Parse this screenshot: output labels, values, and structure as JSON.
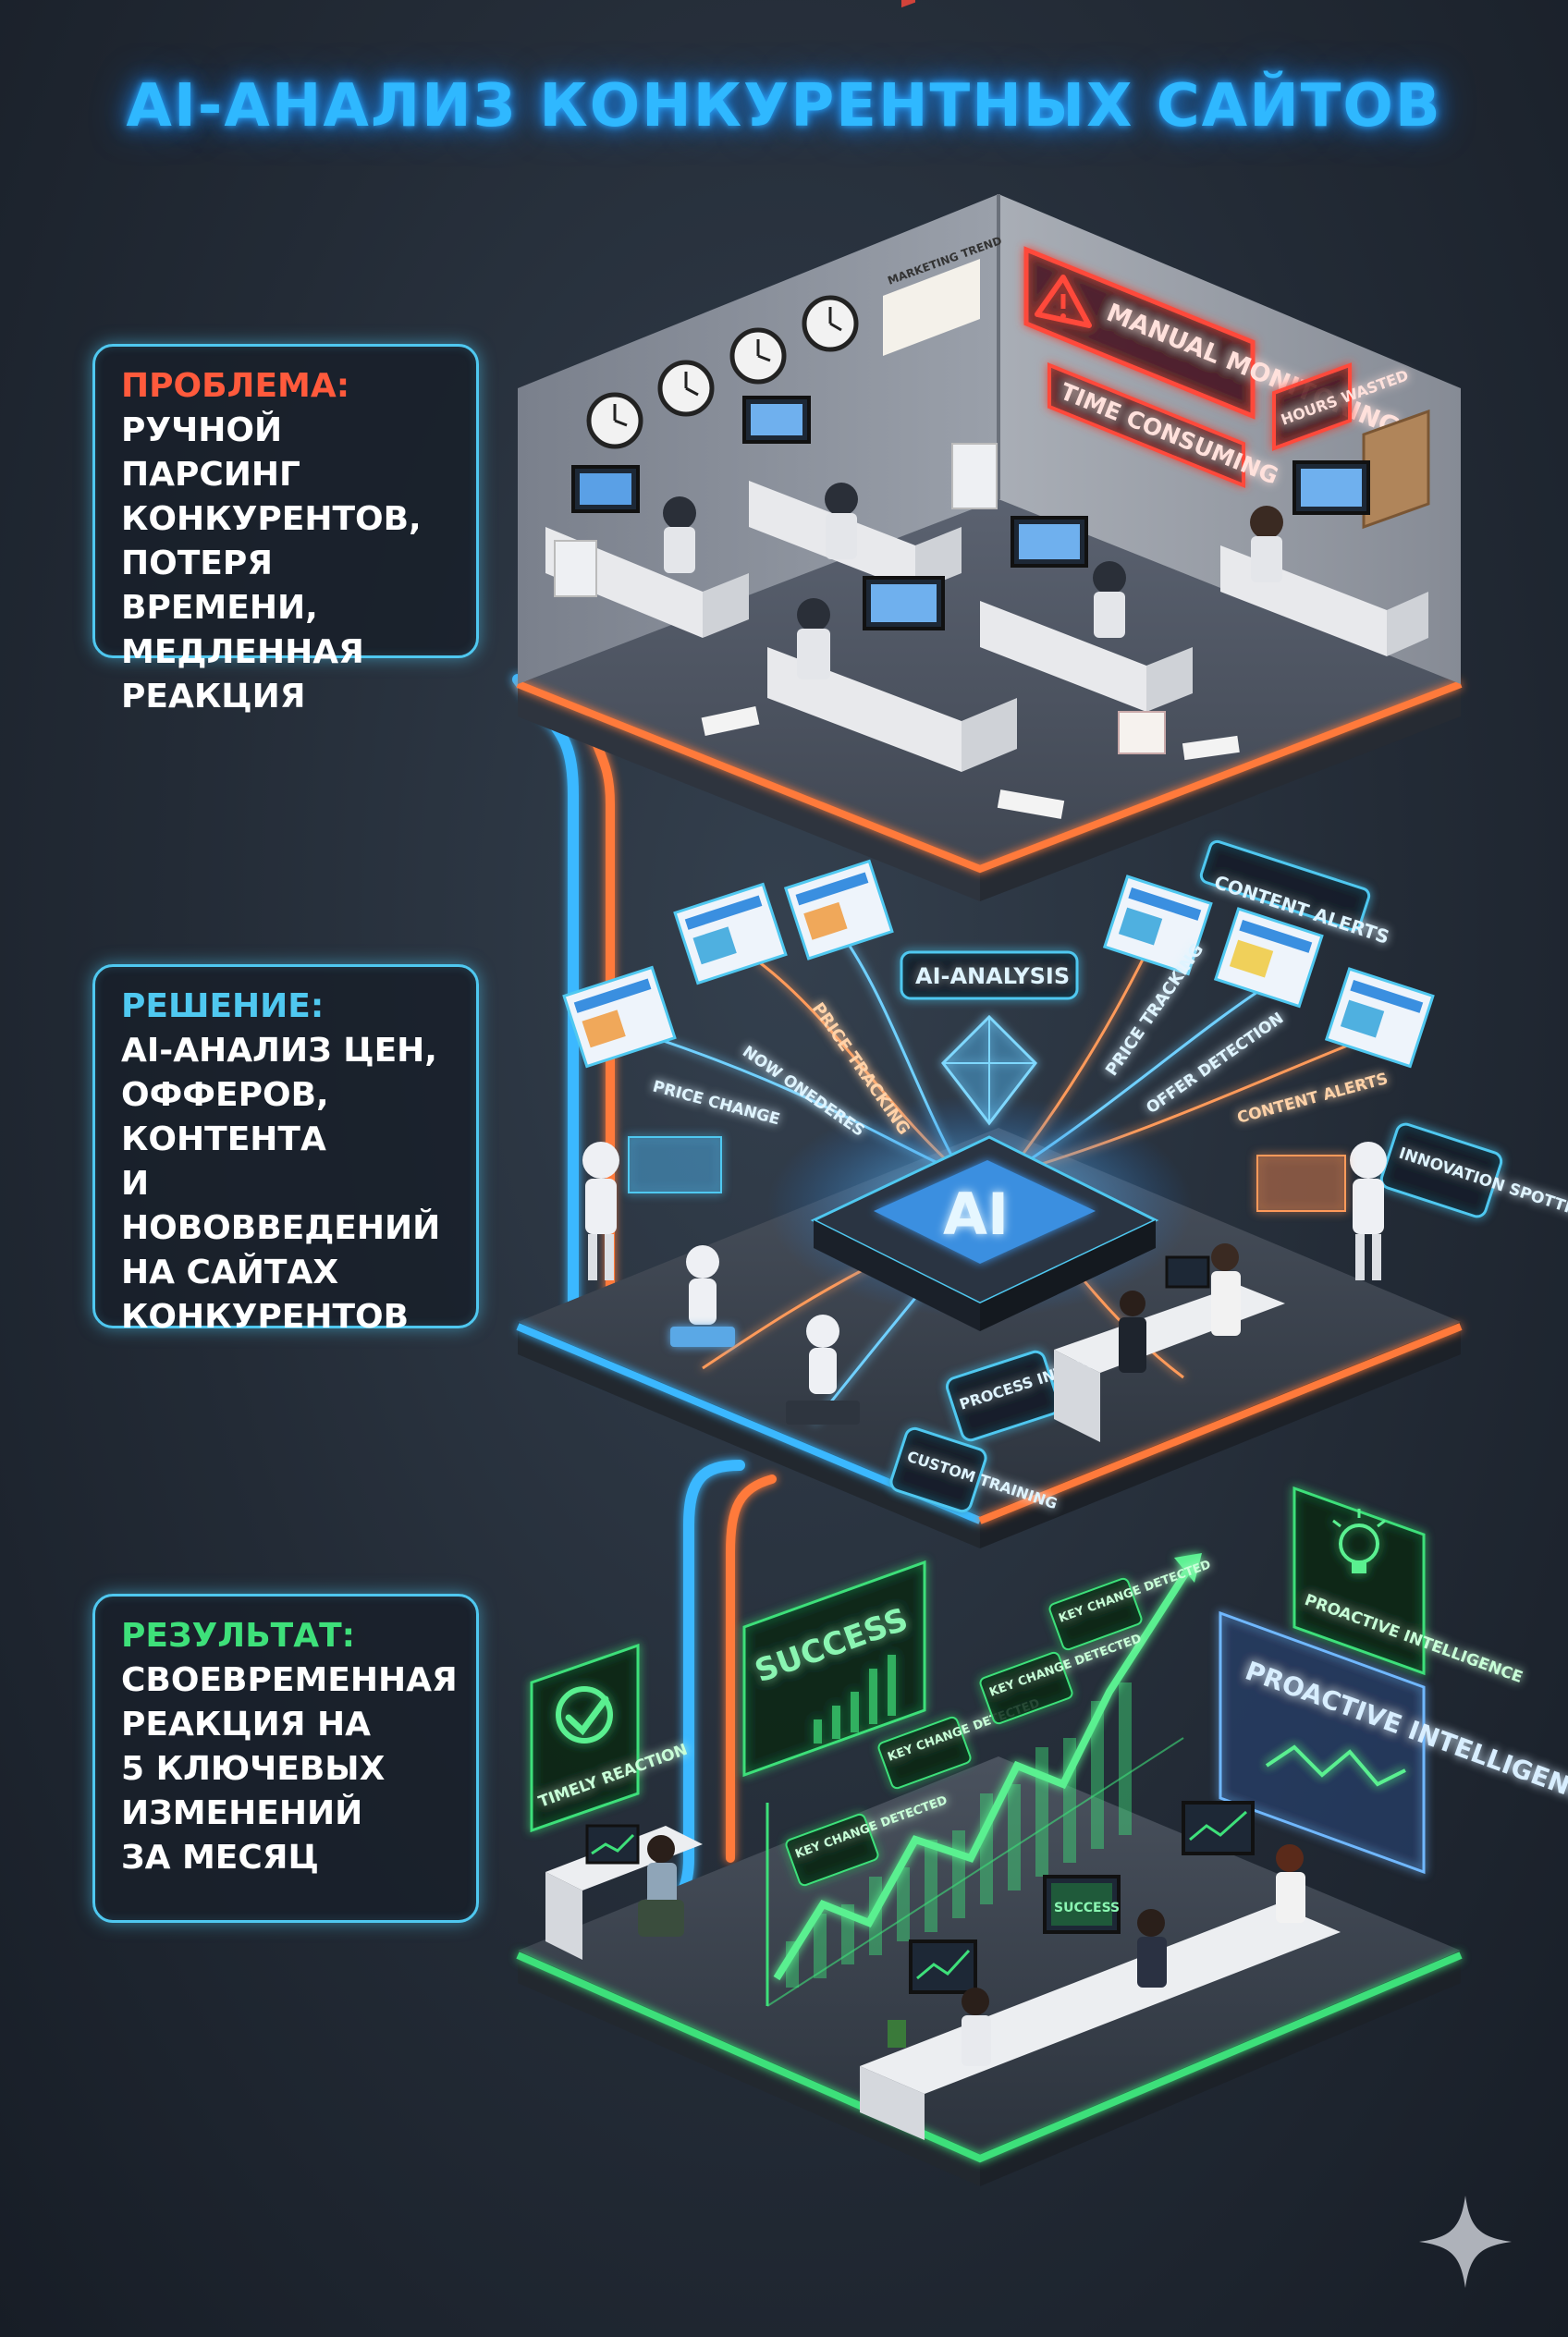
{
  "title": "AI-АНАЛИЗ КОНКУРЕНТНЫХ САЙТОВ",
  "problem": {
    "heading": "ПРОБЛЕМА:",
    "text": "РУЧНОЙ ПАРСИНГ\nКОНКУРЕНТОВ,\nПОТЕРЯ ВРЕМЕНИ,\nМЕДЛЕННАЯ\nРЕАКЦИЯ"
  },
  "solution": {
    "heading": "РЕШЕНИЕ:",
    "text": "AI-АНАЛИЗ ЦЕН,\nОФФЕРОВ,\nКОНТЕНТА\nИ НОВОВВЕДЕНИЙ\nНА САЙТАХ\nКОНКУРЕНТОВ"
  },
  "result": {
    "heading": "РЕЗУЛЬТАТ:",
    "text": "СВОЕВРЕМЕННАЯ\nРЕАКЦИЯ НА\n5 КЛЮЧЕВЫХ\nИЗМЕНЕНИЙ\nЗА МЕСЯЦ"
  },
  "office_signs": {
    "manual_monitoring": "MANUAL MONITORING",
    "time_consuming": "TIME CONSUMING",
    "hours_wasted": "HOURS WASTED",
    "poster": "MARKETING TREND"
  },
  "ai_labels": {
    "ai_analysis": "AI-ANALYSIS",
    "chip": "AI",
    "content_alerts_top": "CONTENT ALERTS",
    "price_tracking_left": "PRICE TRACKING",
    "price_tracking_right": "PRICE TRACKING",
    "now_onederes": "NOW ONEDERES",
    "price_change": "PRICE CHANGE",
    "offer_detection": "OFFER DETECTION",
    "content_alerts_right": "CONTENT ALERTS",
    "innovation_spotting": "INNOVATION SPOTTING",
    "process_integration": "PROCESS INTEGRATION",
    "custom_training": "CUSTOM TRAINING"
  },
  "result_labels": {
    "success": "SUCCESS",
    "success_screen": "SUCCESS",
    "timely_reaction": "TIMELY REACTION",
    "proactive_badge": "PROACTIVE INTELLIGENCE",
    "proactive_panel": "PROACTIVE INTELLIGENCE",
    "key_change": "KEY CHANGE DETECTED"
  },
  "colors": {
    "red_neon": "#ff4a3a",
    "blue_neon": "#3ab8ff",
    "orange_neon": "#ff7a3a",
    "green_neon": "#3ee07a"
  },
  "icons": [
    "warning-icon",
    "clock-icon",
    "checkmark-icon",
    "lightbulb-icon",
    "sparkle-icon"
  ]
}
